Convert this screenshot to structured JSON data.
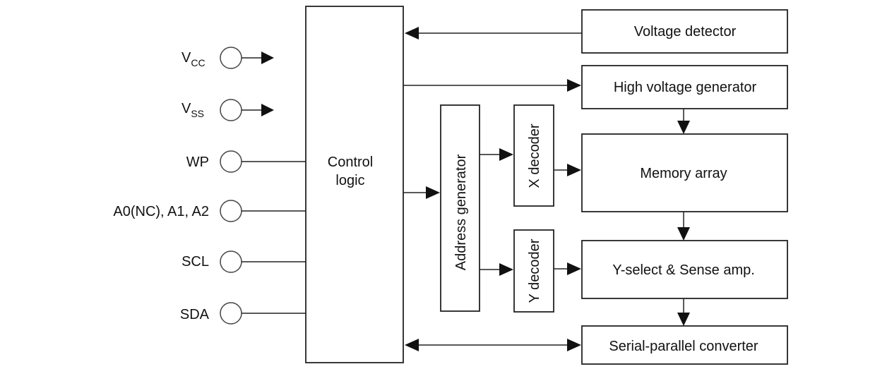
{
  "pins": {
    "vcc": {
      "main": "V",
      "sub": "CC"
    },
    "vss": {
      "main": "V",
      "sub": "SS"
    },
    "wp": "WP",
    "addr": "A0(NC), A1, A2",
    "scl": "SCL",
    "sda": "SDA"
  },
  "blocks": {
    "control_logic_1": "Control",
    "control_logic_2": "logic",
    "address_generator": "Address generator",
    "x_decoder": "X decoder",
    "y_decoder": "Y decoder",
    "voltage_detector": "Voltage detector",
    "high_voltage_generator": "High voltage generator",
    "memory_array": "Memory array",
    "y_select": "Y-select & Sense amp.",
    "serial_parallel": "Serial-parallel converter"
  }
}
